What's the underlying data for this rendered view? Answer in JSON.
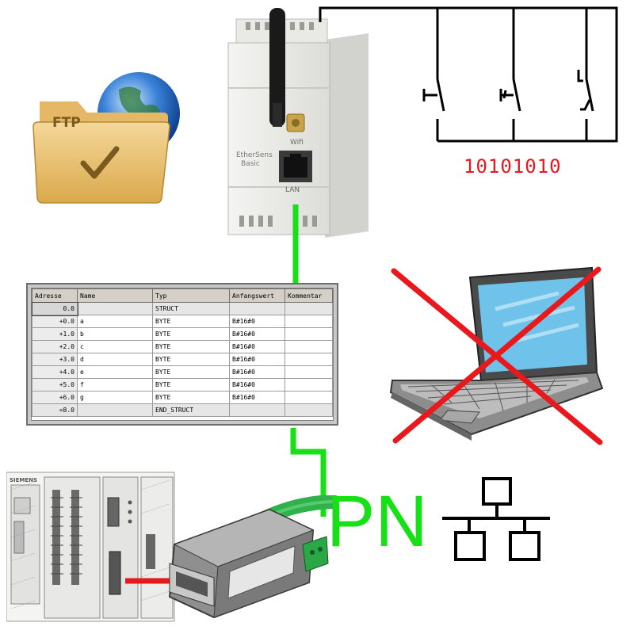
{
  "ftp_icon": {
    "label": "FTP",
    "icon": "ftp-folder-globe-icon"
  },
  "device": {
    "name": "EtherSens",
    "model": "Basic",
    "wifi_label": "Wifi",
    "lan_label": "LAN",
    "icon": "ethersens-device-icon"
  },
  "switches": {
    "binary_value": "10101010",
    "icon": "switch-circuit-icon"
  },
  "data_block_table": {
    "headers": [
      "Adresse",
      "Name",
      "Typ",
      "Anfangswert",
      "Kommentar"
    ],
    "rows": [
      {
        "address": "0.0",
        "name": "",
        "type": "STRUCT",
        "initial": "",
        "comment": ""
      },
      {
        "address": "+0.0",
        "name": "a",
        "type": "BYTE",
        "initial": "B#16#0",
        "comment": ""
      },
      {
        "address": "+1.0",
        "name": "b",
        "type": "BYTE",
        "initial": "B#16#0",
        "comment": ""
      },
      {
        "address": "+2.0",
        "name": "c",
        "type": "BYTE",
        "initial": "B#16#0",
        "comment": ""
      },
      {
        "address": "+3.0",
        "name": "d",
        "type": "BYTE",
        "initial": "B#16#0",
        "comment": ""
      },
      {
        "address": "+4.0",
        "name": "e",
        "type": "BYTE",
        "initial": "B#16#0",
        "comment": ""
      },
      {
        "address": "+5.0",
        "name": "f",
        "type": "BYTE",
        "initial": "B#16#0",
        "comment": ""
      },
      {
        "address": "+6.0",
        "name": "g",
        "type": "BYTE",
        "initial": "B#16#0",
        "comment": ""
      },
      {
        "address": "=8.0",
        "name": "",
        "type": "END_STRUCT",
        "initial": "",
        "comment": ""
      }
    ]
  },
  "no_pc": {
    "icon": "laptop-crossed-out-icon"
  },
  "plc": {
    "brand": "SIEMENS",
    "icon": "plc-s7-300-icon"
  },
  "adapter": {
    "icon": "profinet-adapter-icon"
  },
  "network": {
    "label": "PN",
    "icon": "network-topology-icon"
  },
  "colors": {
    "connection": "#17e017",
    "cross": "#e8191d",
    "binary": "#e8191d",
    "adapter_cable": "#e8191d"
  }
}
